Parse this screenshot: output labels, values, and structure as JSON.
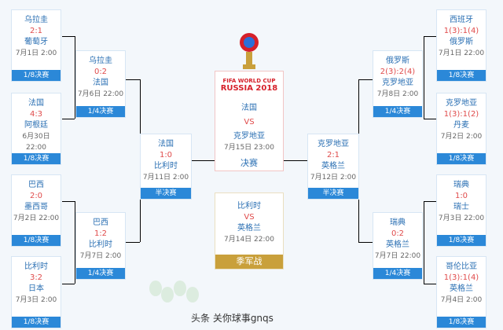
{
  "title": "RUSSIA 2018",
  "subtitle": "FIFA WORLD CUP",
  "footer": "头条 关你球事gnqs",
  "cards": {
    "l1": {
      "a": "乌拉圭",
      "s": "2:1",
      "b": "葡萄牙",
      "d": "7月1日 2:00",
      "r": "1/8决赛"
    },
    "l2": {
      "a": "法国",
      "s": "4:3",
      "b": "阿根廷",
      "d": "6月30日 22:00",
      "r": "1/8决赛"
    },
    "l3": {
      "a": "巴西",
      "s": "2:0",
      "b": "墨西哥",
      "d": "7月2日 22:00",
      "r": "1/8决赛"
    },
    "l4": {
      "a": "比利时",
      "s": "3:2",
      "b": "日本",
      "d": "7月3日 2:00",
      "r": "1/8决赛"
    },
    "lq1": {
      "a": "乌拉圭",
      "s": "0:2",
      "b": "法国",
      "d": "7月6日 22:00",
      "r": "1/4决赛"
    },
    "lq2": {
      "a": "巴西",
      "s": "1:2",
      "b": "比利时",
      "d": "7月7日 2:00",
      "r": "1/4决赛"
    },
    "ls": {
      "a": "法国",
      "s": "1:0",
      "b": "比利时",
      "d": "7月11日 2:00",
      "r": "半决赛"
    },
    "r1": {
      "a": "西班牙",
      "s": "1(3):1(4)",
      "b": "俄罗斯",
      "d": "7月1日 22:00",
      "r": "1/8决赛"
    },
    "r2": {
      "a": "克罗地亚",
      "s": "1(3):1(2)",
      "b": "丹麦",
      "d": "7月2日 2:00",
      "r": "1/8决赛"
    },
    "r3": {
      "a": "瑞典",
      "s": "1:0",
      "b": "瑞士",
      "d": "7月3日 22:00",
      "r": "1/8决赛"
    },
    "r4": {
      "a": "哥伦比亚",
      "s": "1(3):1(4)",
      "b": "英格兰",
      "d": "7月4日 2:00",
      "r": "1/8决赛"
    },
    "rq1": {
      "a": "俄罗斯",
      "s": "2(3):2(4)",
      "b": "克罗地亚",
      "d": "7月8日 2:00",
      "r": "1/4决赛"
    },
    "rq2": {
      "a": "瑞典",
      "s": "0:2",
      "b": "英格兰",
      "d": "7月7日 22:00",
      "r": "1/4决赛"
    },
    "rs": {
      "a": "克罗地亚",
      "s": "2:1",
      "b": "英格兰",
      "d": "7月12日 2:00",
      "r": "半决赛"
    },
    "final": {
      "a": "法国",
      "vs": "VS",
      "b": "克罗地亚",
      "d": "7月15日 23:00",
      "r": "决赛"
    },
    "third": {
      "a": "比利时",
      "vs": "VS",
      "b": "英格兰",
      "d": "7月14日 22:00",
      "r": "季军战"
    }
  }
}
